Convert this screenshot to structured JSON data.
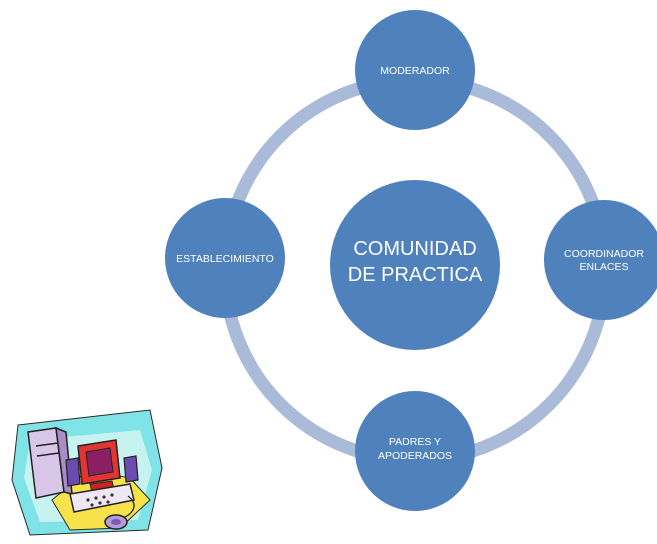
{
  "diagram": {
    "center": {
      "lines": [
        "COMUNIDAD",
        "DE PRACTICA"
      ]
    },
    "nodes": [
      {
        "id": "top",
        "lines": [
          "MODERADOR"
        ]
      },
      {
        "id": "right",
        "lines": [
          "COORDINADOR",
          "ENLACES"
        ]
      },
      {
        "id": "bottom",
        "lines": [
          "PADRES Y",
          "APODERADOS"
        ]
      },
      {
        "id": "left",
        "lines": [
          "ESTABLECIMIENTO"
        ]
      }
    ]
  },
  "colors": {
    "node_fill": "#4f81bd",
    "ring": "#a9bbd9",
    "text": "#ffffff"
  },
  "clipart": {
    "icon": "computer-clipart-icon"
  }
}
